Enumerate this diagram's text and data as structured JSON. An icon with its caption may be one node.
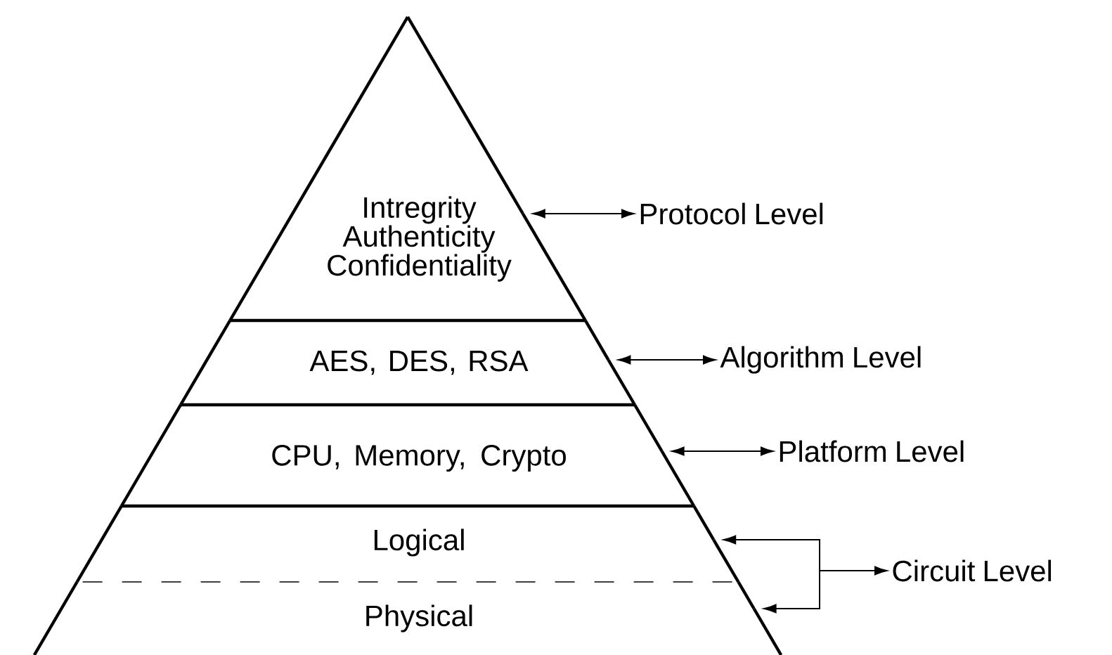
{
  "diagram": {
    "nodes": [
      {
        "text": [
          "Intregrity Authenticity Confidentiality"
        ]
      },
      {
        "text": [
          "AES, DES, RSA"
        ]
      },
      {
        "text": [
          "CPU, Memory, Crypto"
        ]
      },
      {
        "text": [
          "Logical"
        ]
      },
      {
        "text": [
          "Physical"
        ]
      },
      {
        "text": [
          "Protocol Level"
        ]
      },
      {
        "text": [
          "Algorithm Level"
        ]
      },
      {
        "text": [
          "Platform Level"
        ]
      },
      {
        "text": [
          "Circuit Level"
        ]
      }
    ],
    "edges": [
      {
        "from": 0,
        "to": 5,
        "arrow": "both"
      },
      {
        "from": 1,
        "to": 6,
        "arrow": "both"
      },
      {
        "from": 2,
        "to": 7,
        "arrow": "both"
      },
      {
        "from": 3,
        "to": 8,
        "arrow": "both"
      },
      {
        "from": 4,
        "to": 8,
        "arrow": "both"
      }
    ]
  }
}
